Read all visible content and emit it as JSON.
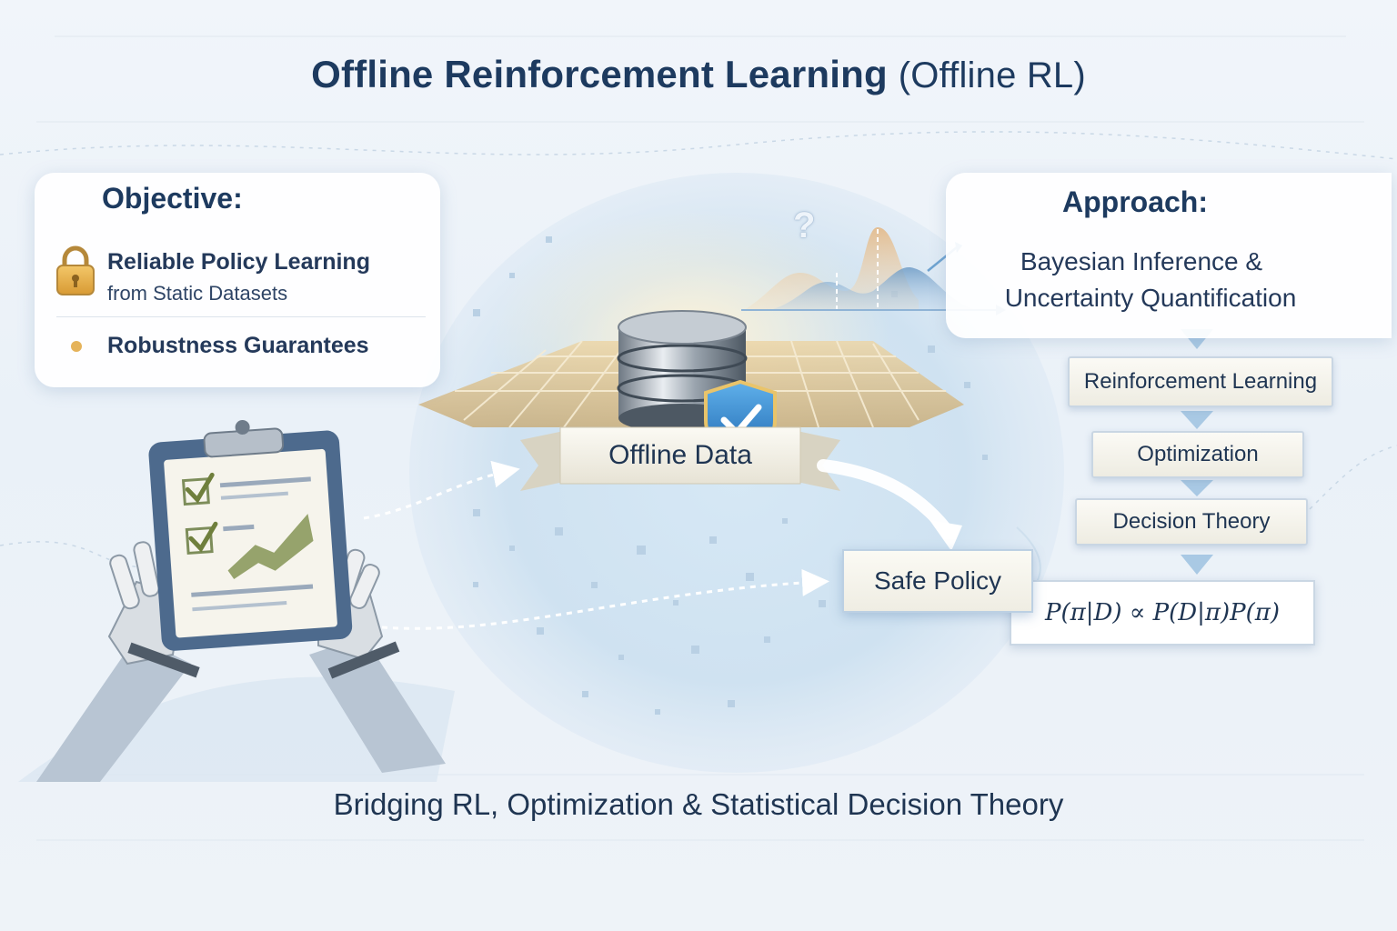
{
  "title": {
    "main": "Offline Reinforcement Learning",
    "sub": "(Offline RL)"
  },
  "objective": {
    "heading": "Objective:",
    "item1_title": "Reliable Policy Learning",
    "item1_sub": "from Static Datasets",
    "item2": "Robustness Guarantees",
    "icons": [
      "padlock-icon",
      "bullet-dot"
    ]
  },
  "approach": {
    "heading": "Approach:",
    "line1": "Bayesian Inference &",
    "line2": "Uncertainty Quantification",
    "steps": [
      "Reinforcement Learning",
      "Optimization",
      "Decision Theory"
    ],
    "formula": "P(π|D) ∝ P(D|π)P(π)"
  },
  "center": {
    "data_label": "Offline Data",
    "policy_label": "Safe Policy",
    "question_mark": "?",
    "icons": [
      "database-icon",
      "shield-check-icon",
      "distribution-curve-icon",
      "clipboard-checklist-icon",
      "robot-hands-icon"
    ]
  },
  "footer": "Bridging RL, Optimization & Statistical Decision Theory",
  "colors": {
    "navy": "#1d3a5f",
    "accent_gold": "#e5b35a",
    "accent_blue": "#4a90d0",
    "check_green": "#6f7f3c"
  }
}
